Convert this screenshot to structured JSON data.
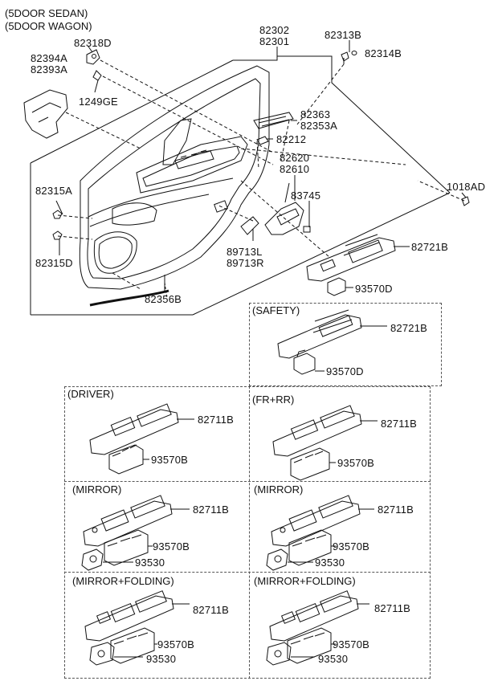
{
  "header": {
    "line1": "(5DOOR SEDAN)",
    "line2": "(5DOOR WAGON)"
  },
  "labels": {
    "p82302": "82302",
    "p82301": "82301",
    "p82313B": "82313B",
    "p82314B": "82314B",
    "p82318D": "82318D",
    "p1249GE": "1249GE",
    "p82394A": "82394A",
    "p82393A": "82393A",
    "p82363": "82363",
    "p82353A": "82353A",
    "p82212": "82212",
    "p82620": "82620",
    "p82610": "82610",
    "p83745": "83745",
    "p1018AD": "1018AD",
    "p82315A": "82315A",
    "p82315D": "82315D",
    "p89713L": "89713L",
    "p89713R": "89713R",
    "p82721B_main": "82721B",
    "p93570D_main": "93570D",
    "p82356B": "82356B"
  },
  "panels": {
    "safety": {
      "title": "(SAFETY)",
      "part1": "82721B",
      "part2": "93570D"
    },
    "driver": {
      "title": "(DRIVER)",
      "part1": "82711B",
      "part2": "93570B"
    },
    "fr_rr": {
      "title": "(FR+RR)",
      "part1": "82711B",
      "part2": "93570B"
    },
    "mirror_l": {
      "title": "(MIRROR)",
      "part1": "82711B",
      "part2": "93570B",
      "part3": "93530"
    },
    "mirror_r": {
      "title": "(MIRROR)",
      "part1": "82711B",
      "part2": "93570B",
      "part3": "93530"
    },
    "mirror_folding_l": {
      "title": "(MIRROR+FOLDING)",
      "part1": "82711B",
      "part2": "93570B",
      "part3": "93530"
    },
    "mirror_folding_r": {
      "title": "(MIRROR+FOLDING)",
      "part1": "82711B",
      "part2": "93570B",
      "part3": "93530"
    }
  }
}
